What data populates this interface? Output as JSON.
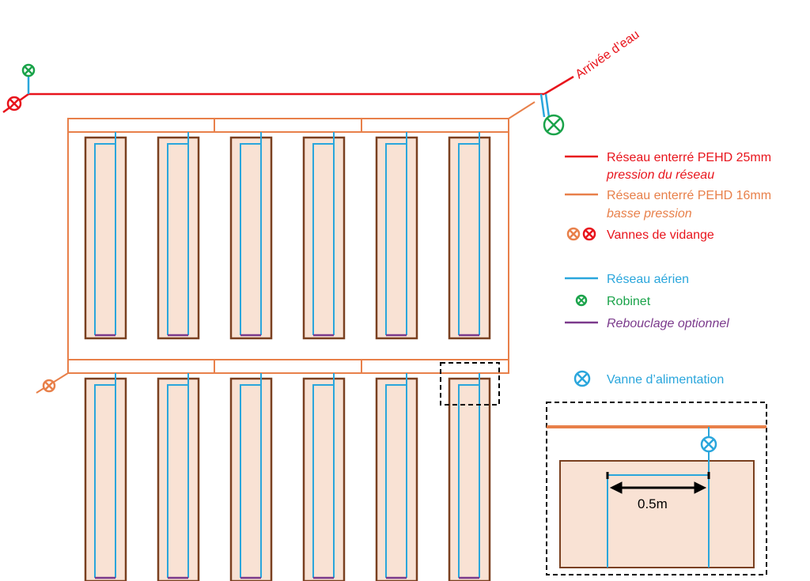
{
  "colors": {
    "main_line": "#e8141c",
    "low_pressure": "#e8804a",
    "aerial": "#2aa6dc",
    "faucet": "#1aa34a",
    "loopback": "#7b3a8c",
    "bed_fill": "#f9e2d4",
    "bed_border": "#7a4020"
  },
  "labels": {
    "water_inlet": "Arrivée d’eau",
    "scale": "0.5m"
  },
  "legend": {
    "main_network": "Réseau enterré PEHD 25mm",
    "main_network_sub": "pression du réseau",
    "low_network": "Réseau enterré PEHD 16mm",
    "low_network_sub": "basse pression",
    "drain_valves": "Vannes de vidange",
    "aerial_network": "Réseau aérien",
    "faucet": "Robinet",
    "loopback": "Rebouclage optionnel",
    "supply_valve": "Vanne d’alimentation"
  },
  "icons": {
    "valve": "circle-x-valve-icon"
  }
}
